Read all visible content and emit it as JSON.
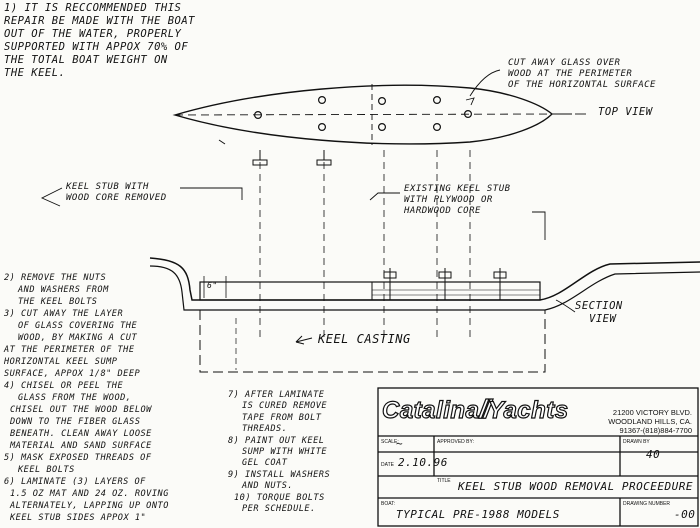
{
  "notes": {
    "note1": [
      "1) IT IS RECCOMMENDED THIS",
      "REPAIR BE MADE WITH THE BOAT",
      "OUT OF THE WATER, PROPERLY",
      "SUPPORTED WITH APPOX 70% OF",
      "THE TOTAL BOAT WEIGHT ON",
      "THE KEEL."
    ],
    "cutaway_glass": [
      "CUT AWAY GLASS OVER",
      "WOOD AT THE PERIMETER",
      "OF THE HORIZONTAL SURFACE"
    ],
    "top_view": "TOP VIEW",
    "keel_stub_removed": [
      "KEEL STUB WITH",
      "WOOD CORE REMOVED"
    ],
    "existing_keel_stub": [
      "EXISTING KEEL STUB",
      "WITH PLYWOOD OR",
      "HARDWOOD CORE"
    ],
    "dimension": "6\"",
    "section_view": [
      "SECTION",
      "VIEW"
    ],
    "keel_casting": "KEEL CASTING",
    "steps_left": [
      "2) REMOVE THE NUTS",
      "AND WASHERS FROM",
      "THE KEEL BOLTS",
      "3) CUT AWAY THE LAYER",
      "OF GLASS COVERING THE",
      "WOOD, BY MAKING A CUT",
      "AT THE PERIMETER OF THE",
      "HORIZONTAL KEEL SUMP",
      "SURFACE, APPOX 1/8\" DEEP",
      "4) CHISEL OR PEEL THE",
      "GLASS FROM THE WOOD,",
      "CHISEL OUT THE WOOD BELOW",
      "DOWN TO THE FIBER GLASS",
      "BENEATH. CLEAN AWAY LOOSE",
      "MATERIAL AND SAND SURFACE",
      "5) MASK EXPOSED THREADS OF",
      "KEEL BOLTS",
      "6) LAMINATE (3) LAYERS OF",
      "1.5 OZ MAT AND 24 OZ. ROVING",
      "ALTERNATELY, LAPPING UP ONTO",
      "KEEL STUB SIDES APPOX 1\""
    ],
    "steps_right": [
      "7) AFTER LAMINATE",
      "IS CURED REMOVE",
      "TAPE FROM BOLT",
      "THREADS.",
      "8) PAINT OUT KEEL",
      "SUMP WITH WHITE",
      "GEL COAT",
      "9) INSTALL WASHERS",
      "AND NUTS.",
      "10) TORQUE BOLTS",
      "PER SCHEDULE."
    ]
  },
  "title_block": {
    "brand": "Catalina",
    "brand_suffix": "Yachts",
    "address": [
      "21200 VICTORY BLVD.",
      "WOODLAND HILLS, CA.",
      "91367-(818)884-7700"
    ],
    "scale_label": "SCALE:",
    "scale_value": "~",
    "approved_label": "APPROVED BY:",
    "drawn_label": "DRAWN BY",
    "drawn_value": "40",
    "date_label": "DATE",
    "date_value": "2.10.96",
    "title_label": "TITLE",
    "title_value": "KEEL STUB WOOD REMOVAL PROCEEDURE",
    "boat_label": "BOAT:",
    "boat_value": "TYPICAL PRE-1988 MODELS",
    "drawing_number_label": "DRAWING NUMBER",
    "drawing_number_value": "-00"
  }
}
